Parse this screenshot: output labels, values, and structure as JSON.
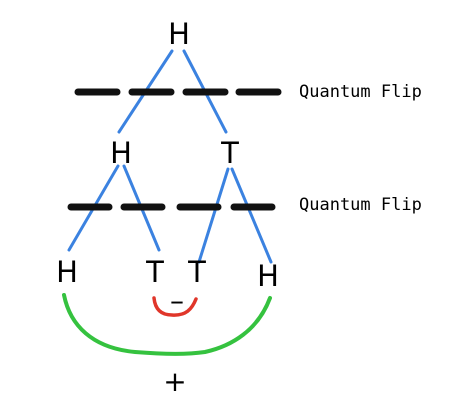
{
  "diagram": {
    "root_label": "H",
    "level1": {
      "left_label": "H",
      "right_label": "T"
    },
    "level2": {
      "label_1": "H",
      "label_2": "T",
      "label_3": "T",
      "label_4": "H"
    },
    "operation_label_1": "Quantum Flip",
    "operation_label_2": "Quantum Flip",
    "minus_sign": "–",
    "plus_sign": "+",
    "colors": {
      "edges": "#3b82e0",
      "dashes": "#111111",
      "cancel_curve": "#e0362a",
      "sum_curve": "#35c23f"
    }
  }
}
